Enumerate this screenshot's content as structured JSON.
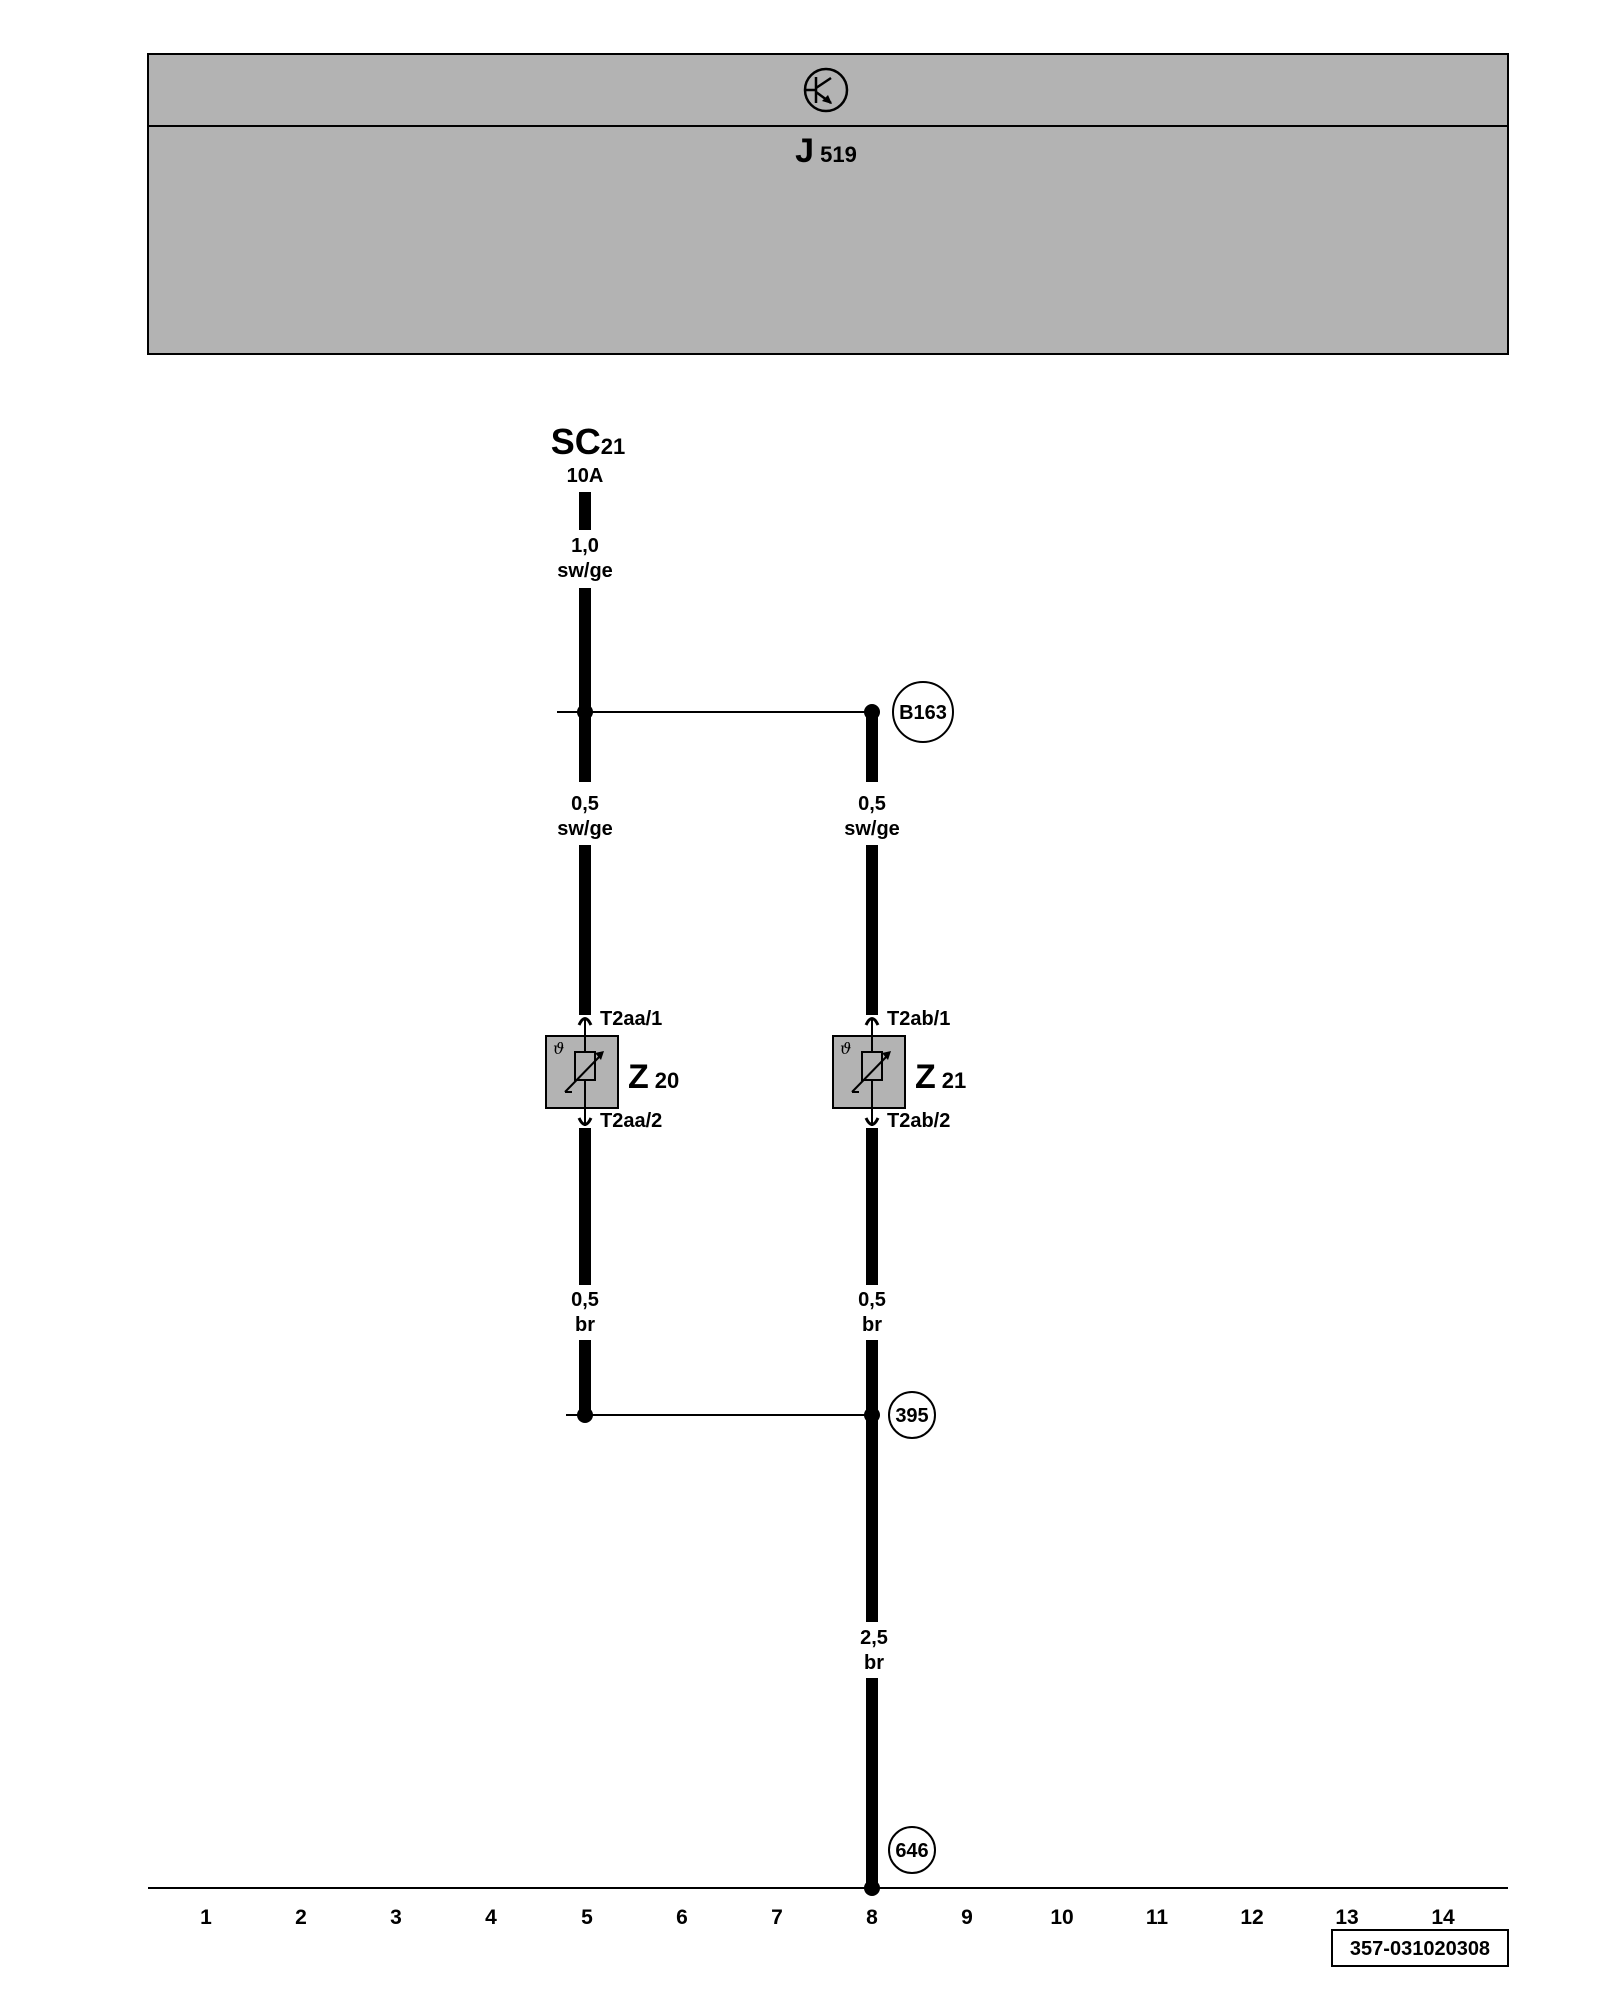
{
  "header": {
    "ecu_name": "J",
    "ecu_sub": "519",
    "icon": "ecu-transistor-symbol"
  },
  "fuse": {
    "name": "SC",
    "sub": "21",
    "rating": "10A"
  },
  "wires": {
    "fuse_out": {
      "size": "1,0",
      "color": "sw/ge"
    },
    "left_upper": {
      "size": "0,5",
      "color": "sw/ge"
    },
    "right_upper": {
      "size": "0,5",
      "color": "sw/ge"
    },
    "left_lower": {
      "size": "0,5",
      "color": "br"
    },
    "right_lower": {
      "size": "0,5",
      "color": "br"
    },
    "ground_main": {
      "size": "2,5",
      "color": "br"
    }
  },
  "connections": {
    "b163": "B163",
    "c395": "395",
    "c646": "646"
  },
  "components": {
    "z20": {
      "name": "Z",
      "sub": "20",
      "pin_top": "T2aa/1",
      "pin_bottom": "T2aa/2"
    },
    "z21": {
      "name": "Z",
      "sub": "21",
      "pin_top": "T2ab/1",
      "pin_bottom": "T2ab/2"
    }
  },
  "ruler": {
    "numbers": [
      "1",
      "2",
      "3",
      "4",
      "5",
      "6",
      "7",
      "8",
      "9",
      "10",
      "11",
      "12",
      "13",
      "14"
    ]
  },
  "doc_id": "357-031020308"
}
